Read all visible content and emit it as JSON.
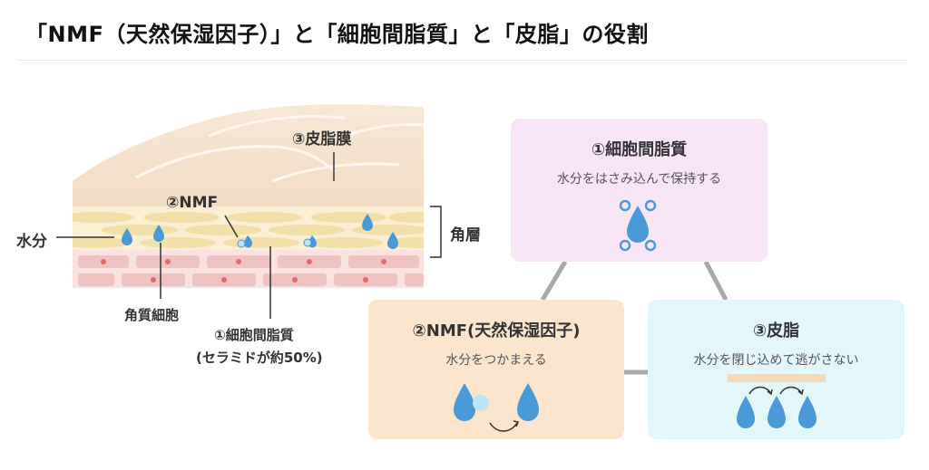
{
  "heading": "「NMF（天然保湿因子）」と「細胞間脂質」と「皮脂」の役割",
  "diagram": {
    "label_sebum_film": "③皮脂膜",
    "label_nmf": "②NMF",
    "label_water": "水分",
    "label_stratum_corneum": "角層",
    "label_corneocyte": "角質細胞",
    "label_lipid_line1": "①細胞間脂質",
    "label_lipid_line2": "(セラミドが約50%)"
  },
  "roles": [
    {
      "title": "①細胞間脂質",
      "description": "水分をはさみ込んで保持する",
      "color": "#f8e6f7"
    },
    {
      "title": "②NMF(天然保湿因子)",
      "description": "水分をつかまえる",
      "color": "#fbe6cd"
    },
    {
      "title": "③皮脂",
      "description": "水分を閉じ込めて逃がさない",
      "color": "#e3f7fb"
    }
  ],
  "colors": {
    "drop": "#4a9ad8",
    "skin_top": "#f5e3cc",
    "skin_cells": "#f3dfa8",
    "skin_base": "#f6d8d6",
    "connector": "#a8a8a8"
  }
}
